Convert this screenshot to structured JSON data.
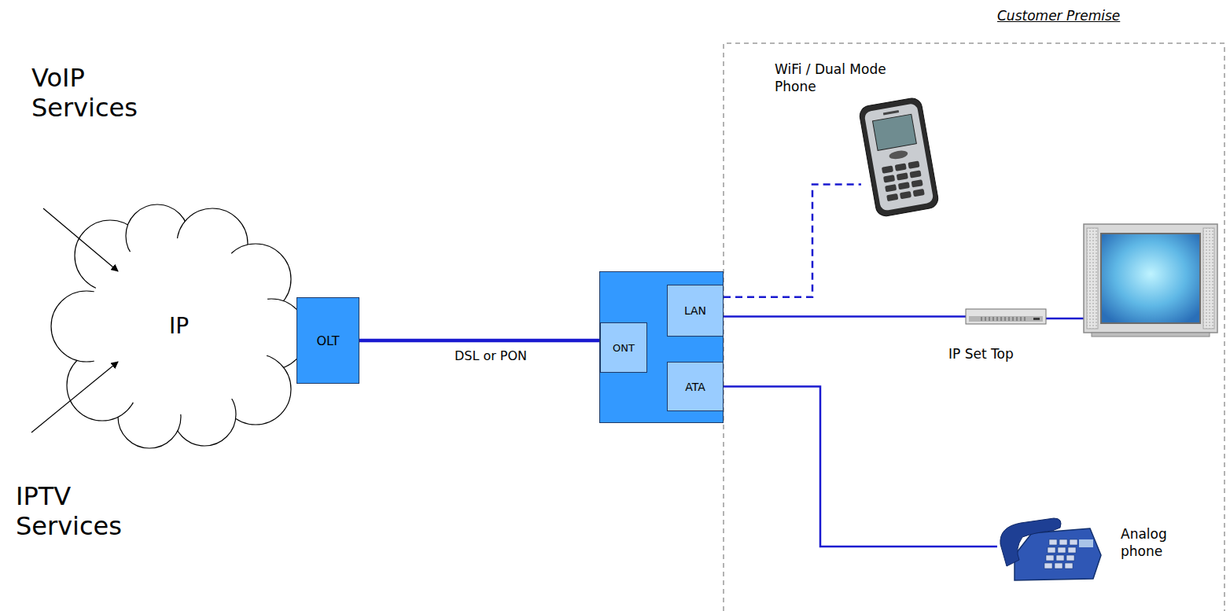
{
  "diagram": {
    "nodes": [
      {
        "text": [
          "IP"
        ]
      },
      {
        "text": [
          "OLT"
        ]
      },
      {
        "text": []
      },
      {
        "text": [
          "ONT"
        ],
        "in": 2
      },
      {
        "text": [
          "LAN"
        ],
        "in": 2
      },
      {
        "text": [
          "ATA"
        ],
        "in": 2
      },
      {
        "text": [
          "WiFi / Dual Mode Phone"
        ]
      },
      {
        "text": [
          "IP Set Top"
        ]
      },
      {
        "text": [
          "Analog phone"
        ]
      }
    ],
    "edges": [
      {
        "from": 1,
        "to": 3,
        "arrow": "none",
        "label": "DSL or PON"
      },
      {
        "from": 4,
        "to": 6,
        "arrow": "none"
      },
      {
        "from": 4,
        "to": 7,
        "arrow": "none"
      },
      {
        "from": 5,
        "to": 8,
        "arrow": "none"
      }
    ],
    "labels": [
      "VoIP Services",
      "IPTV Services",
      "Customer Premise"
    ]
  }
}
